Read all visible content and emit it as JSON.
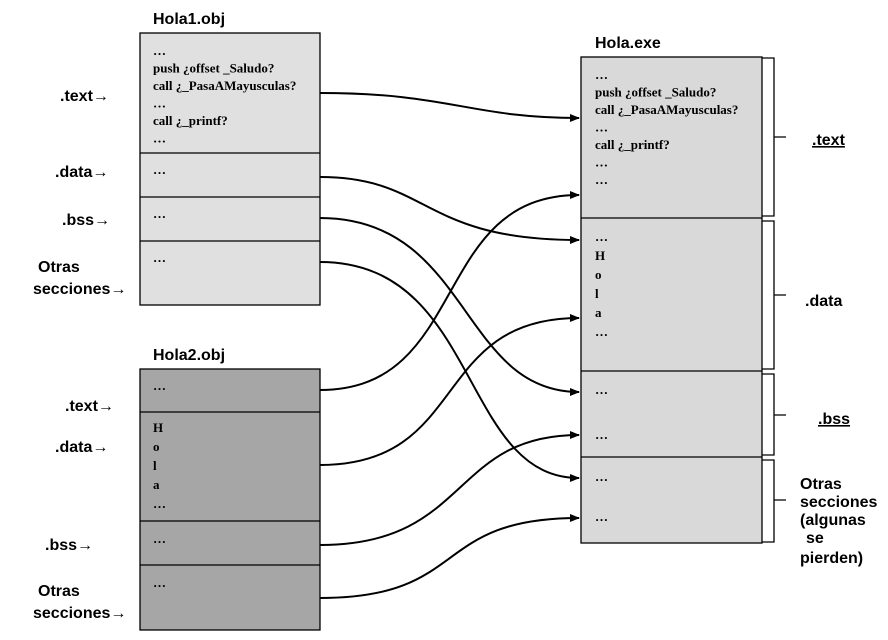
{
  "hola1": {
    "title": "Hola1.obj",
    "fill": "#e0e0e0",
    "text_lines": [
      "…",
      "push ¿offset _Saludo?",
      "call ¿_PasaAMayusculas?",
      "…",
      "call  ¿_printf?",
      "…"
    ],
    "data_lines": [
      "…"
    ],
    "bss_lines": [
      "…"
    ],
    "otras_lines": [
      "…"
    ],
    "labels": {
      "text": ".text→",
      "data": ".data→",
      "bss": ".bss→",
      "otras1": "Otras",
      "otras2": "secciones→"
    }
  },
  "hola2": {
    "title": "Hola2.obj",
    "fill": "#a6a6a6",
    "text_lines": [
      "…"
    ],
    "data_lines": [
      "H",
      "o",
      "l",
      "a",
      "…"
    ],
    "bss_lines": [
      "…"
    ],
    "otras_lines": [
      "…"
    ],
    "labels": {
      "text": ".text→",
      "data": ".data→",
      "bss": ".bss→",
      "otras1": "Otras",
      "otras2": "secciones→"
    }
  },
  "exe": {
    "title": "Hola.exe",
    "fill": "#d9d9d9",
    "text_lines": [
      "…",
      "push ¿offset _Saludo?",
      "call ¿_PasaAMayusculas?",
      "…",
      "call  ¿_printf?",
      "…",
      "…"
    ],
    "data_lines": [
      "…",
      "H",
      "o",
      "l",
      "a",
      "…"
    ],
    "bss_lines": [
      "…",
      "…"
    ],
    "otras_lines": [
      "…",
      "…"
    ],
    "labels": {
      "text": ".text",
      "data": ".data",
      "bss": ".bss",
      "otras": [
        "Otras",
        "secciones",
        "(algunas",
        " se",
        "pierden)"
      ]
    }
  }
}
